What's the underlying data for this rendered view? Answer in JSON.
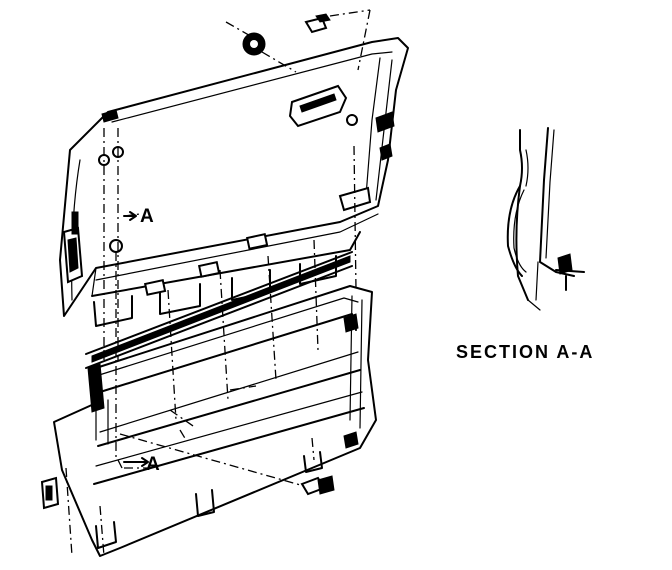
{
  "diagram": {
    "callout_label_upper": "A",
    "callout_label_lower": "A",
    "section_caption": "SECTION  A-A"
  }
}
